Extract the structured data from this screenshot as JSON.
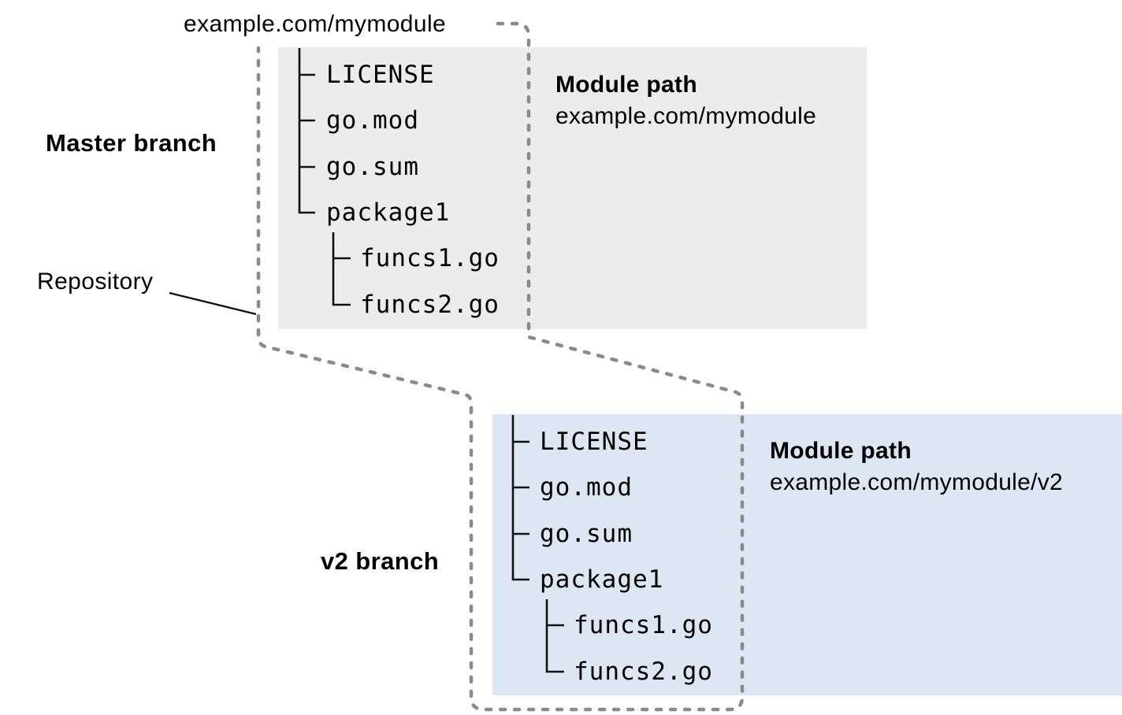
{
  "header": {
    "repo_url": "example.com/mymodule"
  },
  "repository": {
    "label": "Repository"
  },
  "master": {
    "branch_label": "Master branch",
    "module_path": {
      "title": "Module path",
      "value": "example.com/mymodule"
    },
    "tree": {
      "items": [
        "LICENSE",
        "go.mod",
        "go.sum",
        "package1"
      ],
      "package1_children": [
        "funcs1.go",
        "funcs2.go"
      ]
    }
  },
  "v2": {
    "branch_label": "v2 branch",
    "module_path": {
      "title": "Module path",
      "value": "example.com/mymodule/v2"
    },
    "tree": {
      "items": [
        "LICENSE",
        "go.mod",
        "go.sum",
        "package1"
      ],
      "package1_children": [
        "funcs1.go",
        "funcs2.go"
      ]
    }
  },
  "colors": {
    "master_box_bg": "#ececec",
    "v2_box_bg": "#dce7f3",
    "dotted_outline": "#8a8a8a",
    "tree_line": "#111111",
    "text": "#000000"
  }
}
